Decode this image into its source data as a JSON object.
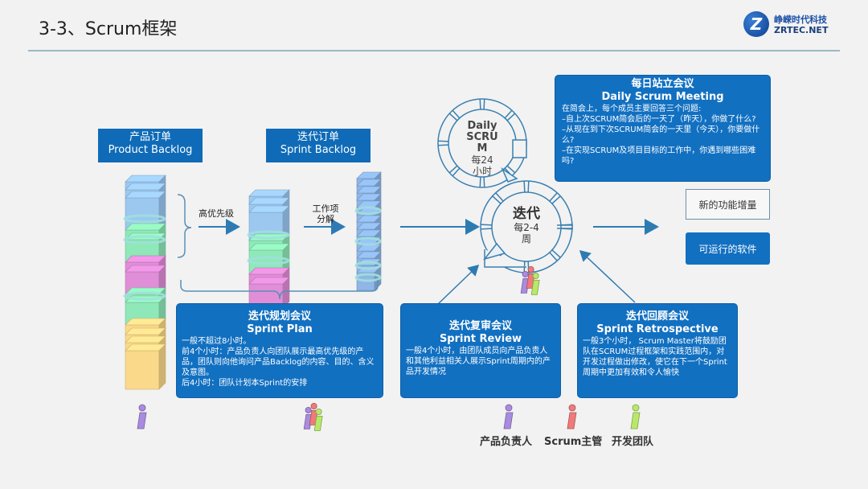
{
  "header": {
    "title": "3-3、Scrum框架",
    "logo": {
      "mark": "Z",
      "name_cn": "峥嵘时代科技",
      "name_en": "ZRTEC.NET"
    }
  },
  "backlogs": {
    "product": {
      "cn": "产品订单",
      "en": "Product  Backlog"
    },
    "sprint": {
      "cn": "迭代订单",
      "en": "Sprint Backlog"
    }
  },
  "flow_labels": {
    "high_priority": "高优先级",
    "work_item_line1": "工作项",
    "work_item_line2": "分解"
  },
  "cycles": {
    "daily": {
      "line1": "Daily",
      "line2": "SCRU",
      "line3": "M",
      "line4": "每24",
      "line5": "小时"
    },
    "iteration": {
      "line1": "迭代",
      "line2": "每2-4",
      "line3": "周"
    }
  },
  "daily_meeting": {
    "title_cn": "每日站立会议",
    "title_en": "Daily Scrum Meeting",
    "lines": [
      "在简会上，每个成员主要回答三个问题:",
      "–自上次SCRUM简会后的一天了（昨天），你做了什么?",
      "–从现在到下次SCRUM简会的一天里（今天），你要做什么?",
      "–在实现SCRUM及项目目标的工作中，你遇到哪些困难吗?"
    ]
  },
  "outputs": {
    "increment": "新的功能增量",
    "software": "可运行的软件"
  },
  "sprint_plan": {
    "title_cn": "迭代规划会议",
    "title_en": "Sprint Plan",
    "lines": [
      "一般不超过8小时。",
      "前4个小时：产品负责人向团队展示最高优先级的产品，团队则向他询问产品Backlog的内容、目的、含义及意图。",
      "后4小时：团队计划本Sprint的安排"
    ]
  },
  "sprint_review": {
    "title_cn": "迭代复审会议",
    "title_en": "Sprint Review",
    "lines": [
      "一般4个小时，由团队成员向产品负责人和其他利益相关人展示Sprint周期内的产品开发情况"
    ]
  },
  "sprint_retro": {
    "title_cn": "迭代回顾会议",
    "title_en": "Sprint Retrospective",
    "lines": [
      "一般3个小时， Scrum  Master将鼓励团队在SCRUM过程框架和实践范围内，对开发过程做出修改，使它在下一个Sprint周期中更加有效和令人愉快"
    ]
  },
  "roles": [
    {
      "label": "产品负责人",
      "color": "#a98be0"
    },
    {
      "label": "Scrum主管",
      "color": "#f07a7a"
    },
    {
      "label": "开发团队",
      "color": "#b8e86a"
    }
  ],
  "colors": {
    "accent_blue": "#1270c1",
    "line_blue": "#2e7bb3",
    "block_blue": "#9cc8f0",
    "block_green": "#8fe8b8",
    "block_pink": "#e08ed8",
    "block_yellow": "#fbd98a"
  }
}
